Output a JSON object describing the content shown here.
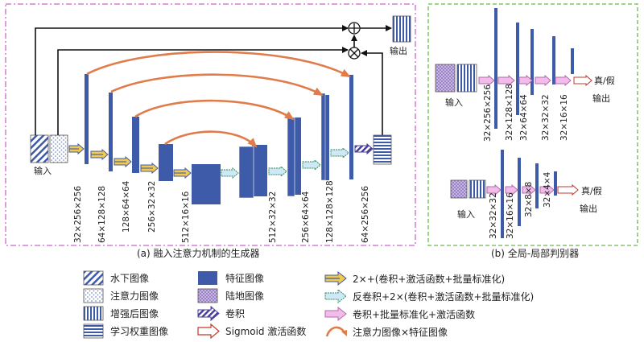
{
  "generator": {
    "caption": "(a) 融入注意力机制的生成器",
    "input_label": "输入",
    "output_label": "输出",
    "dims": [
      "32×256×256",
      "64×128×128",
      "128×64×64",
      "256×32×32",
      "512×16×16",
      "512×32×32",
      "256×64×64",
      "128×128×128",
      "64×256×256"
    ],
    "plus_symbol": "+",
    "times_symbol": "×"
  },
  "discriminator": {
    "caption": "(b) 全局-局部判别器",
    "global": {
      "input_label": "输入",
      "dims": [
        "32×256×256",
        "32×128×128",
        "32×64×64",
        "32×32×32",
        "32×16×16"
      ],
      "result_label_line1": "真/假",
      "result_label_line2": "输出"
    },
    "local": {
      "input_label": "输入",
      "dims": [
        "32×32×32",
        "32×16×16",
        "32×8×8",
        "32×4×4"
      ],
      "result_label_line1": "真/假",
      "result_label_line2": "输出"
    }
  },
  "legend": {
    "underwater": "水下图像",
    "attention": "注意力图像",
    "enhanced": "增强后图像",
    "weight": "学习权重图像",
    "feature": "特征图像",
    "land": "陆地图像",
    "conv": "卷积",
    "sigmoid": "Sigmoid 激活函数",
    "arrow_conv_block": "2×+(卷积+激活函数+批量标准化)",
    "arrow_deconv_block": "反卷积+2×(卷积+激活函数+批量标准化)",
    "arrow_conv_bn_act": "卷积+批量标准化+激活函数",
    "arrow_attention": "注意力图像×特征图像"
  },
  "colors": {
    "feature_blue": "#3E5BAA",
    "attention_orange": "#E07B4A",
    "generator_frame": "#CC66CC",
    "discriminator_frame": "#66BB44"
  }
}
